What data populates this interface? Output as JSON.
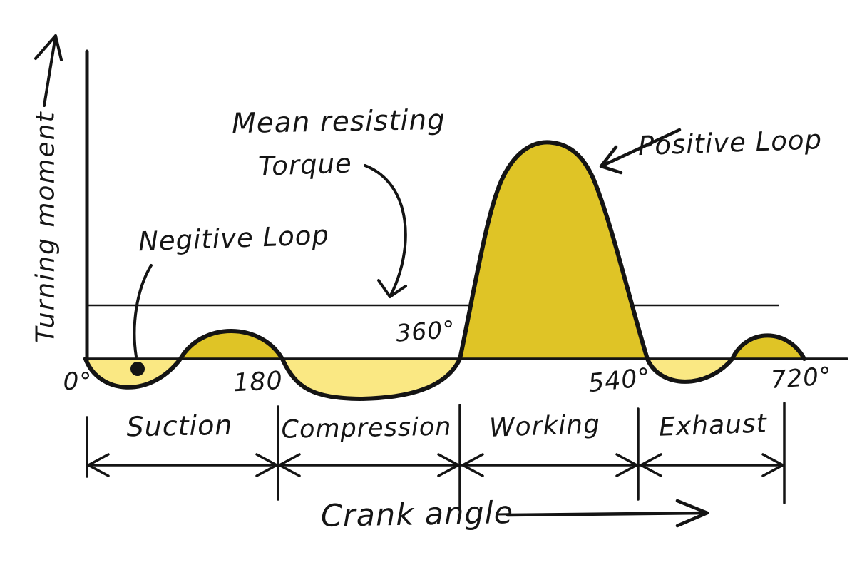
{
  "figure": {
    "y_axis_label": "Turning moment",
    "x_axis_label": "Crank angle"
  },
  "annotations": {
    "mean_torque_line1": "Mean resisting",
    "mean_torque_line2": "Torque",
    "negative_loop": "Negitive Loop",
    "positive_loop": "Positive Loop"
  },
  "x_ticks": {
    "t0": "0°",
    "t180": "180",
    "t360": "360°",
    "t540": "540°",
    "t720": "720°"
  },
  "phases": {
    "suction": "Suction",
    "compression": "Compression",
    "working": "Working",
    "exhaust": "Exhaust"
  },
  "colors": {
    "positive_fill": "#dfc426",
    "negative_fill": "#fae883",
    "ink": "#141414"
  },
  "chart_data": {
    "type": "area",
    "title": "Turning moment vs crank angle (hand-drawn four-stroke engine diagram)",
    "xlabel": "Crank angle",
    "ylabel": "Turning moment",
    "x_range_deg": [
      0,
      720
    ],
    "x_tick_labels": [
      "0°",
      "180",
      "360°",
      "540°",
      "720°"
    ],
    "grid": false,
    "legend": false,
    "mean_resisting_torque_level": 0.25,
    "peak_value": 1.0,
    "points_deg_vs_normalized_torque": [
      [
        0,
        0
      ],
      [
        46,
        -0.15
      ],
      [
        96,
        0
      ],
      [
        145,
        0.13
      ],
      [
        195,
        0
      ],
      [
        257,
        -0.18
      ],
      [
        300,
        -0.18
      ],
      [
        375,
        0
      ],
      [
        420,
        0.78
      ],
      [
        465,
        1.0
      ],
      [
        500,
        0.85
      ],
      [
        562,
        0
      ],
      [
        602,
        -0.13
      ],
      [
        647,
        0
      ],
      [
        682,
        0.12
      ],
      [
        719,
        0
      ]
    ],
    "phases": [
      {
        "label": "Suction",
        "from_deg": 0,
        "to_deg": 180
      },
      {
        "label": "Compression",
        "from_deg": 180,
        "to_deg": 360
      },
      {
        "label": "Working",
        "from_deg": 360,
        "to_deg": 540
      },
      {
        "label": "Exhaust",
        "from_deg": 540,
        "to_deg": 720
      }
    ],
    "loops": {
      "negative_loops_deg": [
        [
          0,
          96
        ],
        [
          195,
          375
        ],
        [
          562,
          647
        ]
      ],
      "positive_loops_deg": [
        [
          96,
          195
        ],
        [
          375,
          562
        ],
        [
          647,
          719
        ]
      ]
    },
    "annotations": [
      "Mean resisting Torque",
      "Negitive Loop",
      "Positive Loop"
    ]
  }
}
